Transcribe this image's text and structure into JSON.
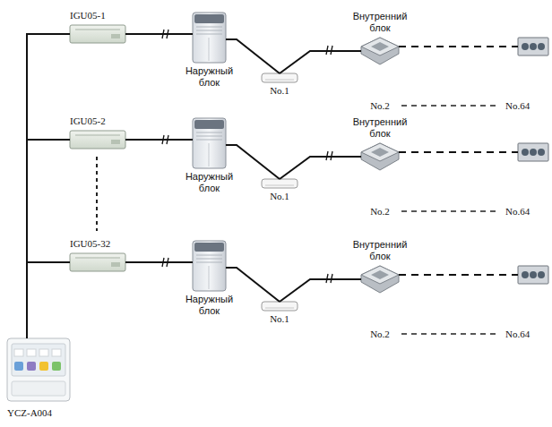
{
  "diagram": {
    "nodes": [
      {
        "text": [
          "IGU05-1"
        ]
      },
      {
        "text": [
          "Наружный блок"
        ]
      },
      {
        "text": [
          "No.1"
        ]
      },
      {
        "text": [
          "Внутренний блок",
          "No.2"
        ]
      },
      {
        "text": [
          "No.64"
        ]
      },
      {
        "text": [
          "IGU05-2"
        ]
      },
      {
        "text": [
          "Наружный блок"
        ]
      },
      {
        "text": [
          "No.1"
        ]
      },
      {
        "text": [
          "Внутренний блок",
          "No.2"
        ]
      },
      {
        "text": [
          "No.64"
        ]
      },
      {
        "text": [
          "IGU05-32"
        ]
      },
      {
        "text": [
          "Наружный блок"
        ]
      },
      {
        "text": [
          "No.1"
        ]
      },
      {
        "text": [
          "Внутренний блок",
          "No.2"
        ]
      },
      {
        "text": [
          "No.64"
        ]
      },
      {
        "text": [
          "YCZ-A004"
        ]
      }
    ],
    "edges": [
      {
        "from": 15,
        "to": 0,
        "arrow": "none"
      },
      {
        "from": 15,
        "to": 5,
        "arrow": "none"
      },
      {
        "from": 15,
        "to": 10,
        "arrow": "none"
      },
      {
        "from": 0,
        "to": 1,
        "arrow": "none"
      },
      {
        "from": 1,
        "to": 2,
        "arrow": "none"
      },
      {
        "from": 2,
        "to": 3,
        "arrow": "none"
      },
      {
        "from": 3,
        "to": 4,
        "arrow": "none"
      },
      {
        "from": 5,
        "to": 6,
        "arrow": "none"
      },
      {
        "from": 6,
        "to": 7,
        "arrow": "none"
      },
      {
        "from": 7,
        "to": 8,
        "arrow": "none"
      },
      {
        "from": 8,
        "to": 9,
        "arrow": "none"
      },
      {
        "from": 10,
        "to": 11,
        "arrow": "none"
      },
      {
        "from": 11,
        "to": 12,
        "arrow": "none"
      },
      {
        "from": 12,
        "to": 13,
        "arrow": "none"
      },
      {
        "from": 13,
        "to": 14,
        "arrow": "none"
      }
    ]
  }
}
